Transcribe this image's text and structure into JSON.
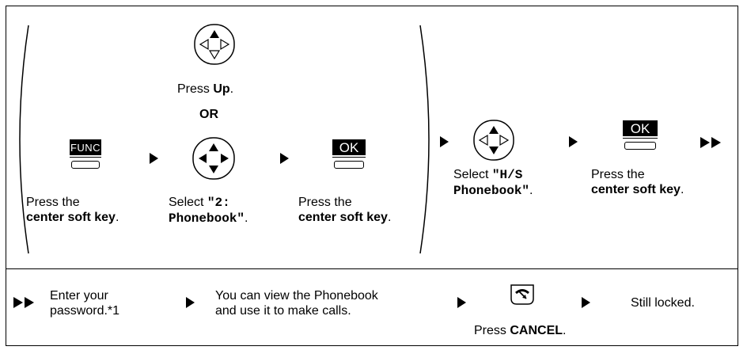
{
  "step_a": {
    "up_caption_prefix": "Press ",
    "up_caption_bold": "Up",
    "up_caption_suffix": ".",
    "or_label": "OR",
    "func_key_label": "FUNC",
    "ok_key_label": "OK",
    "press_the_1": "Press the",
    "center_soft_key_1": "center soft key",
    "period_1": ".",
    "select_prefix": "Select ",
    "select_value_1": "\"2:",
    "select_value_2": "Phonebook\"",
    "period_2": ".",
    "press_the_2": "Press the",
    "center_soft_key_2": "center soft key",
    "period_3": "."
  },
  "step_b": {
    "select_prefix": "Select ",
    "select_value_1": "\"H/S",
    "select_value_2": "Phonebook\"",
    "period": ".",
    "ok_key_label": "OK",
    "press_the": "Press the",
    "center_soft_key": "center soft key",
    "period_2": "."
  },
  "bottom": {
    "enter_1": "Enter your",
    "enter_2": "password.*1",
    "view_1": "You can view the Phonebook",
    "view_2": "and use it to make calls.",
    "press_prefix": "Press ",
    "cancel_bold": "CANCEL",
    "cancel_suffix": ".",
    "still_locked": "Still locked."
  },
  "icons": [
    "navigator-up-icon",
    "navigator-up-down-icon",
    "navigator-full-icon",
    "func-key-icon",
    "ok-key-icon",
    "cancel-key-icon",
    "arrow-right-icon",
    "double-arrow-right-icon"
  ]
}
